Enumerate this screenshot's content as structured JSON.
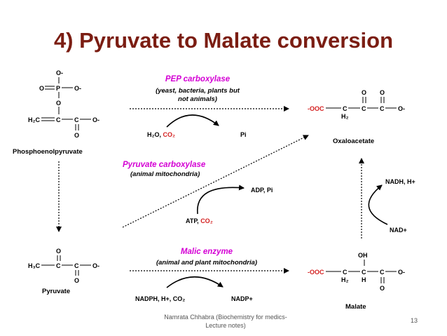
{
  "slide": {
    "title": "4) Pyruvate to Malate conversion",
    "footer_line1": "Namrata Chhabra (Biochemistry for medics-",
    "footer_line2": "Lecture notes)",
    "page_number": "13"
  },
  "colors": {
    "title": "#7b1d12",
    "enzyme": "#d400d4",
    "co2": "#d42020"
  },
  "atoms": {
    "O": "O",
    "Om": "O-",
    "P": "P",
    "C": "C",
    "H2C": "H₂C",
    "H3C": "H₃C",
    "H2": "H₂",
    "H": "H",
    "OH": "OH",
    "OOC": "-OOC"
  },
  "molecules": {
    "pep": "Phosphoenolpyruvate",
    "pyruvate": "Pyruvate",
    "oxaloacetate": "Oxaloacetate",
    "malate": "Malate"
  },
  "reactions": {
    "pep_carboxylase": {
      "enzyme": "PEP carboxylase",
      "note1": "(yeast, bacteria, plants but",
      "note2": "not animals)",
      "in_a": "H₂O, ",
      "in_co2": "CO₂",
      "out": "Pi"
    },
    "pyruvate_carboxylase": {
      "enzyme": "Pyruvate carboxylase",
      "note": "(animal mitochondria)",
      "in_a": "ATP, ",
      "in_co2": "CO₂",
      "out": "ADP, Pi"
    },
    "malic_enzyme": {
      "enzyme": "Malic enzyme",
      "note": "(animal and plant mitochondria)",
      "in": "NADPH, H+, CO₂",
      "out": "NADP+"
    },
    "malate_dh": {
      "out": "NADH, H+",
      "in": "NAD+"
    }
  }
}
